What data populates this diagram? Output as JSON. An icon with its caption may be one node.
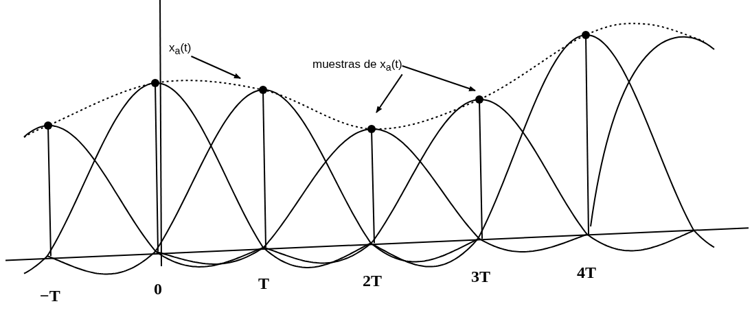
{
  "diagram": {
    "nodes": [
      {
        "text": [
          "x$_{a}$(t)"
        ]
      },
      {
        "text": [
          "muestras de x$_{a}$(t)"
        ]
      }
    ],
    "edges": [
      {
        "from": 0,
        "to": null,
        "arrow": "to"
      },
      {
        "from": 1,
        "to": null,
        "arrow": "to"
      },
      {
        "from": 1,
        "to": null,
        "arrow": "to"
      }
    ],
    "labels": [
      "−T",
      "0",
      "T",
      "2T",
      "3T",
      "4T"
    ]
  }
}
